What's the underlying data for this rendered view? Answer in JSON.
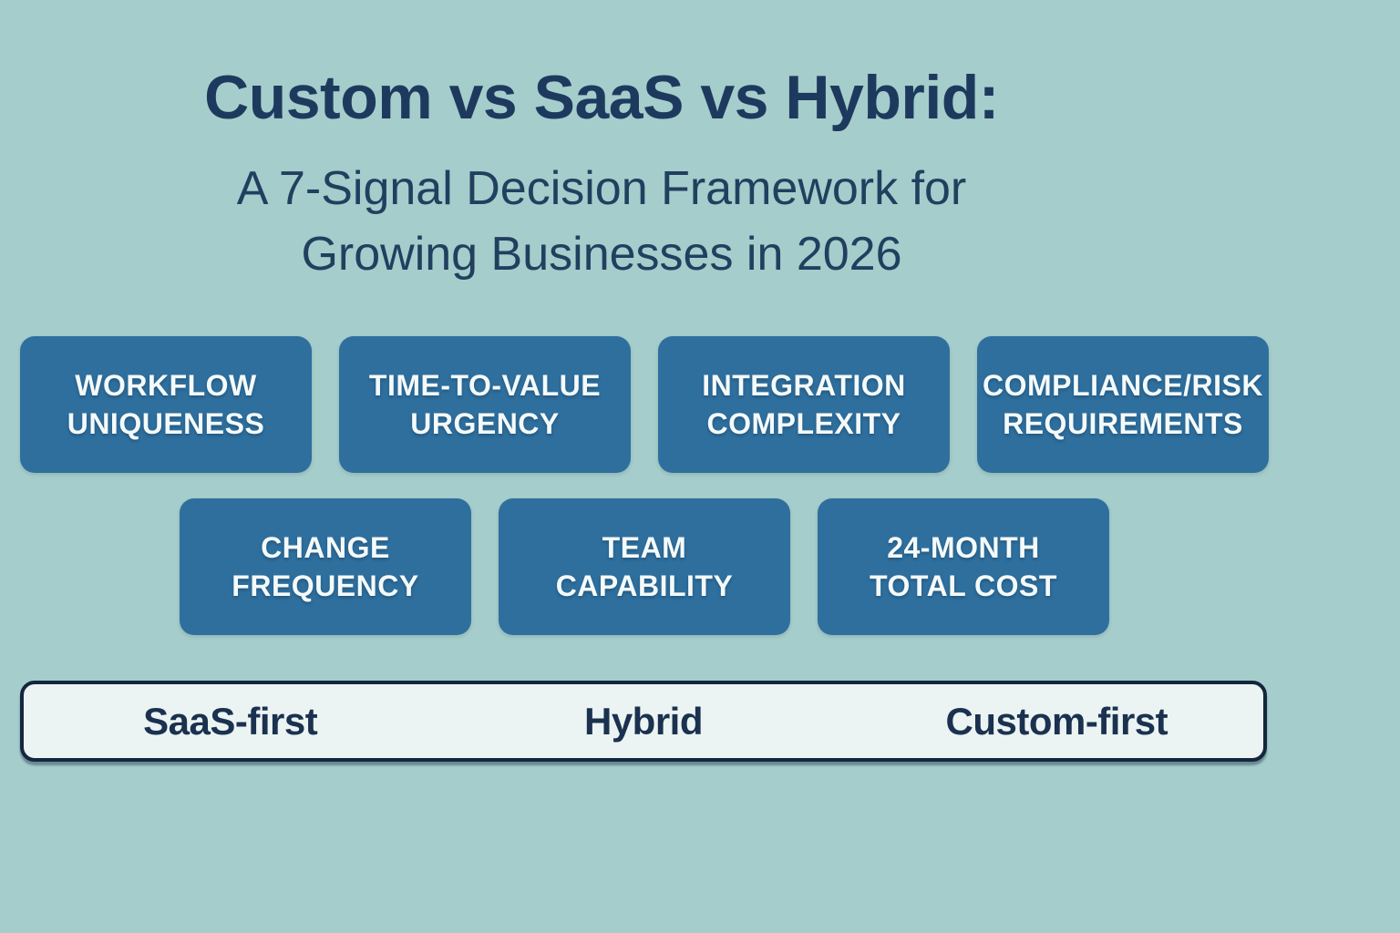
{
  "header": {
    "title": "Custom vs SaaS vs Hybrid:",
    "subtitle_line1": "A 7-Signal Decision Framework for",
    "subtitle_line2": "Growing Businesses in 2026"
  },
  "signals": [
    {
      "label": "WORKFLOW\nUNIQUENESS"
    },
    {
      "label": "TIME-TO-VALUE\nURGENCY"
    },
    {
      "label": "INTEGRATION\nCOMPLEXITY"
    },
    {
      "label": "COMPLIANCE/RISK\nREQUIREMENTS"
    },
    {
      "label": "CHANGE\nFREQUENCY"
    },
    {
      "label": "TEAM\nCAPABILITY"
    },
    {
      "label": "24-MONTH\nTOTAL COST"
    }
  ],
  "scale": {
    "options": [
      "SaaS-first",
      "Hybrid",
      "Custom-first"
    ]
  },
  "colors": {
    "background": "#a5cdcb",
    "signal_box": "#2e6f9e",
    "title_navy": "#1d3a5e",
    "scale_bar_fill": "#ebf4f2",
    "scale_bar_border": "#14263e",
    "box_text": "#f4fafa"
  }
}
